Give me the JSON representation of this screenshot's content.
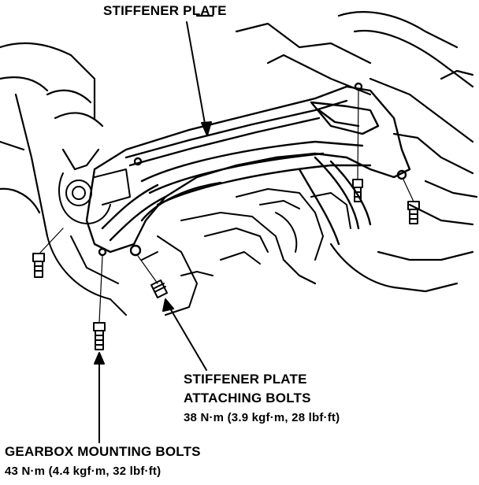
{
  "labels": {
    "stiffener_plate": "STIFFENER PLATE",
    "attaching_bolts_line1": "STIFFENER PLATE",
    "attaching_bolts_line2": "ATTACHING BOLTS",
    "attaching_bolts_torque": "38 N·m (3.9 kgf·m, 28 lbf·ft)",
    "gearbox_bolts_title": "GEARBOX MOUNTING BOLTS",
    "gearbox_bolts_torque": "43 N·m (4.4 kgf·m, 32 lbf·ft)"
  },
  "colors": {
    "ink": "#000000",
    "paper": "#ffffff"
  }
}
